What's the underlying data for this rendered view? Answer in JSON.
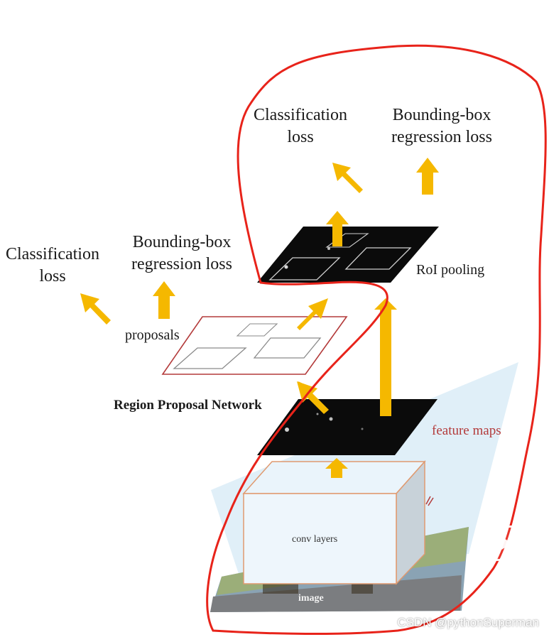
{
  "rpn_outputs": {
    "classification": [
      "Classification",
      "loss"
    ],
    "bbox_regression": [
      "Bounding-box",
      "regression loss"
    ]
  },
  "head_outputs": {
    "classification": [
      "Classification",
      "loss"
    ],
    "bbox_regression": [
      "Bounding-box",
      "regression loss"
    ]
  },
  "labels": {
    "proposals": "proposals",
    "rpn": "Region Proposal Network",
    "roi_pooling": "RoI pooling",
    "feature_maps": "feature maps",
    "conv_layers": "conv layers",
    "image": "image"
  },
  "watermark": "CSDN @pythonSuperman",
  "colors": {
    "arrow": "#f5b800",
    "annotation": "#e8231a",
    "feature_map_fill": "#0b0b0b",
    "proposal_border": "#b33a3a",
    "light_blue": "#cfe6f4"
  },
  "icons": {
    "play": "play-icon"
  }
}
